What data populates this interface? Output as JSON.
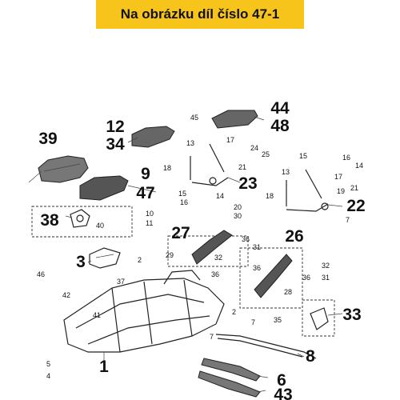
{
  "banner": {
    "text": "Na obrázku díl číslo 47-1",
    "color": "#f6c41a"
  },
  "callouts": {
    "p39": "39",
    "p12": "12",
    "p34": "34",
    "p9": "9",
    "p47": "47",
    "p38": "38",
    "p44": "44",
    "p48": "48",
    "p23": "23",
    "p22": "22",
    "p27": "27",
    "p26": "26",
    "p3": "3",
    "p33": "33",
    "p8": "8",
    "p6": "6",
    "p43": "43",
    "p1": "1"
  },
  "small_labels": {
    "s45": "45",
    "s13a": "13",
    "s17a": "17",
    "s24": "24",
    "s25": "25",
    "s18a": "18",
    "s21a": "21",
    "s15a": "15",
    "s16a": "16",
    "s14a": "14",
    "s15b": "15",
    "s16b": "16",
    "s14b": "14",
    "s13b": "13",
    "s17b": "17",
    "s21b": "21",
    "s18b": "18",
    "s19": "19",
    "s7a": "7",
    "s20": "20",
    "s30": "30",
    "s10": "10",
    "s11": "11",
    "s40": "40",
    "s36a": "36",
    "s31a": "31",
    "s29": "29",
    "s32a": "32",
    "s36b": "36",
    "s36c": "36",
    "s36d": "36",
    "s32b": "32",
    "s31b": "31",
    "s28": "28",
    "s2a": "2",
    "s46": "46",
    "s37": "37",
    "s42": "42",
    "s41": "41",
    "s2b": "2",
    "s35": "35",
    "s7b": "7",
    "s7c": "7",
    "s5": "5",
    "s4": "4"
  }
}
